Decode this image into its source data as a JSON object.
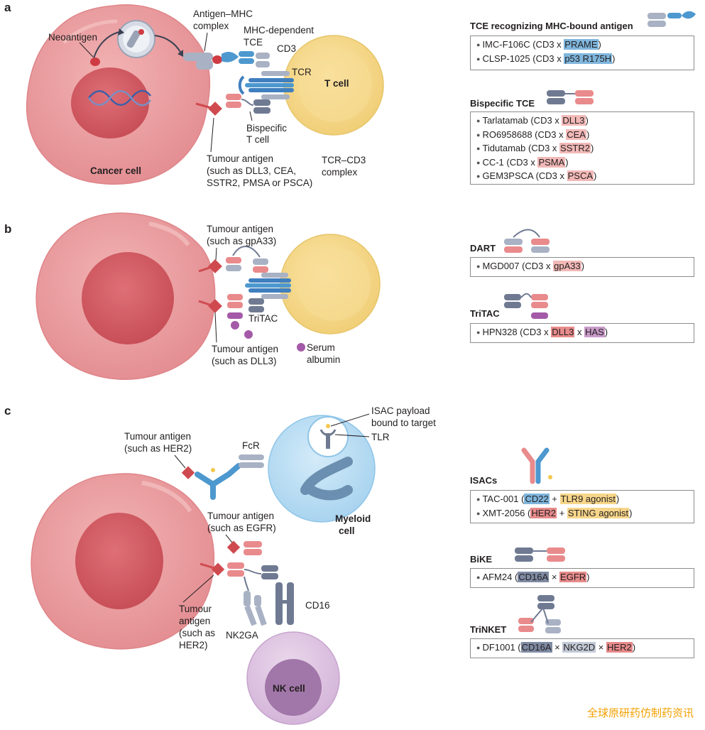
{
  "panels": {
    "a": {
      "letter": "a",
      "labels": {
        "neoantigen": "Neoantigen",
        "antigen_mhc_1": "Antigen–MHC",
        "antigen_mhc_2": "complex",
        "mhc_tce_1": "MHC-dependent",
        "mhc_tce_2": "TCE",
        "cd3": "CD3",
        "tcr": "TCR",
        "t_cell": "T cell",
        "bispecific_1": "Bispecific",
        "bispecific_2": "T cell",
        "tumour_1": "Tumour antigen",
        "tumour_2": "(such as DLL3, CEA,",
        "tumour_3": "SSTR2, PMSA or PSCA)",
        "tcr_cd3_1": "TCR–CD3",
        "tcr_cd3_2": "complex",
        "cancer_cell": "Cancer cell"
      }
    },
    "b": {
      "letter": "b",
      "labels": {
        "tumour_gpa33_1": "Tumour antigen",
        "tumour_gpa33_2": "(such as gpA33)",
        "tritac": "TriTAC",
        "tumour_dll3_1": "Tumour antigen",
        "tumour_dll3_2": "(such as DLL3)",
        "serum_1": "Serum",
        "serum_2": "albumin"
      }
    },
    "c": {
      "letter": "c",
      "labels": {
        "isac_payload_1": "ISAC payload",
        "isac_payload_2": "bound to target",
        "tlr": "TLR",
        "tumour_her2_1": "Tumour antigen",
        "tumour_her2_2": "(such as HER2)",
        "fcr": "FcR",
        "myeloid_1": "Myeloid",
        "myeloid_2": "cell",
        "tumour_egfr_1": "Tumour antigen",
        "tumour_egfr_2": "(such as EGFR)",
        "cd16": "CD16",
        "tumour_her2b_1": "Tumour",
        "tumour_her2b_2": "antigen",
        "tumour_her2b_3": "(such as",
        "tumour_her2b_4": "HER2)",
        "nk2ga": "NK2GA",
        "nk_cell": "NK cell"
      }
    }
  },
  "legend": {
    "tce_mhc": {
      "title": "TCE recognizing MHC-bound antigen",
      "rows": [
        {
          "name": "IMC-F106C (CD3 x ",
          "target": "PRAME",
          "end": ")"
        },
        {
          "name": "CLSP-1025 (CD3 x ",
          "target": "p53 R175H",
          "end": ")"
        }
      ]
    },
    "bispecific": {
      "title": "Bispecific TCE",
      "rows": [
        {
          "name": "Tarlatamab (CD3 x ",
          "target": "DLL3",
          "end": ")"
        },
        {
          "name": "RO6958688 (CD3 x ",
          "target": "CEA",
          "end": ")"
        },
        {
          "name": "Tidutamab (CD3 x ",
          "target": "SSTR2",
          "end": ")"
        },
        {
          "name": "CC-1 (CD3 x ",
          "target": "PSMA",
          "end": ")"
        },
        {
          "name": "GEM3PSCA (CD3 x ",
          "target": "PSCA",
          "end": ")"
        }
      ]
    },
    "dart": {
      "title": "DART",
      "rows": [
        {
          "name": "MGD007 (CD3 x ",
          "target": "gpA33",
          "end": ")"
        }
      ]
    },
    "tritac": {
      "title": "TriTAC",
      "row": {
        "a": "HPN328 (CD3 x ",
        "b": "DLL3",
        "c": " x ",
        "d": "HAS",
        "e": ")"
      }
    },
    "isacs": {
      "title": "ISACs",
      "rows": [
        {
          "a": "TAC-001 (",
          "b": "CD22",
          "c": " + ",
          "d": "TLR9 agonist",
          "e": ")"
        },
        {
          "a": "XMT-2056 (",
          "b": "HER2",
          "c": " + ",
          "d": "STING agonist",
          "e": ")"
        }
      ]
    },
    "bike": {
      "title": "BiKE",
      "row": {
        "a": "AFM24 (",
        "b": "CD16A",
        "c": " × ",
        "d": "EGFR",
        "e": ")"
      }
    },
    "trinket": {
      "title": "TriNKET",
      "row": {
        "a": "DF1001 (",
        "b": "CD16A",
        "c": " × ",
        "d": "NKG2D",
        "e": " × ",
        "f": "HER2",
        "g": ")"
      }
    }
  },
  "colors": {
    "cancer_outer": "#ec9ea0",
    "cancer_nucleus": "#d35f66",
    "t_cell": "#f7d98d",
    "myeloid": "#bfe0f5",
    "nk_cell": "#dcc1df",
    "antibody_blue": "#4d98cf",
    "antibody_grey": "#a9b2c4",
    "antibody_navy": "#6f7a92",
    "antibody_pink": "#e98a8c",
    "antigen_red": "#cf4a4f",
    "albumin_purple": "#a45aa8",
    "payload_yellow": "#f2c84b"
  },
  "watermark": "全球原研药仿制药资讯"
}
